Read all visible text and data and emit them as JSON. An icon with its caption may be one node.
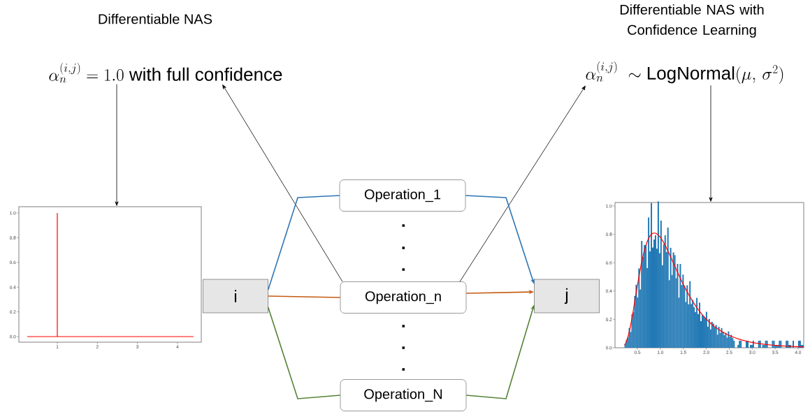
{
  "diagram": {
    "nodes": [
      {
        "text": [
          "\\alpha_n^{(i,j)} = 1.0\\text{ with full confidence}"
        ]
      },
      {
        "text": [
          "\\alpha_n^{(i,j)}\\ \\sim \\text{LogNormal}(\\mu,\\, \\sigma^2)"
        ]
      },
      {
        "text": [],
        "shape": "picture",
        "beside": [
          "0.0",
          "0.2",
          "0.4",
          "0.6",
          "0.8",
          "1.0",
          "1",
          "2",
          "3",
          "4"
        ]
      },
      {
        "text": [
          "i"
        ]
      },
      {
        "text": [
          "Operation_1"
        ]
      },
      {
        "text": [
          "Operation_n"
        ]
      },
      {
        "text": [
          "Operation_N"
        ]
      },
      {
        "text": [
          "j"
        ]
      },
      {
        "text": [],
        "shape": "picture",
        "beside": [
          "0.0",
          "0.2",
          "0.4",
          "0.6",
          "0.8",
          "1.0",
          "0.5",
          "1.0",
          "1.5",
          "2.0",
          "2.5",
          "3.0",
          "3.5",
          "4.0"
        ]
      }
    ],
    "edges": [
      {
        "from": 0,
        "to": 2,
        "arrow": "to"
      },
      {
        "from": 1,
        "to": 8,
        "arrow": "to"
      },
      {
        "from": 5,
        "to": 0,
        "arrow": "to"
      },
      {
        "from": 5,
        "to": 1,
        "arrow": "to"
      },
      {
        "from": 3,
        "to": 4,
        "arrow": "none",
        "color": "#2e75b6"
      },
      {
        "from": 4,
        "to": 7,
        "arrow": "to",
        "color": "#2e75b6"
      },
      {
        "from": 3,
        "to": 5,
        "arrow": "none",
        "color": "#c55a11"
      },
      {
        "from": 5,
        "to": 7,
        "arrow": "to",
        "color": "#c55a11"
      },
      {
        "from": 3,
        "to": 6,
        "arrow": "none",
        "color": "#548235"
      },
      {
        "from": 6,
        "to": 7,
        "arrow": "to",
        "color": "#548235"
      }
    ],
    "labels": [
      "Differentiable NAS",
      "Differentiable NAS with Confidence Learning"
    ]
  }
}
